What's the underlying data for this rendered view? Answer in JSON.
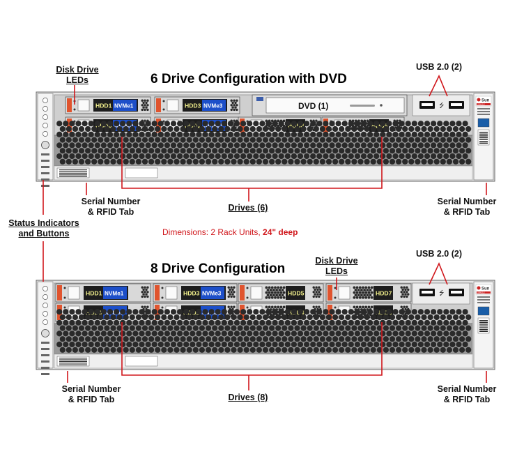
{
  "upper": {
    "title": "6 Drive Configuration with DVD",
    "disk_led_label": [
      "Disk Drive",
      "LEDs"
    ],
    "usb_label": "USB 2.0 (2)",
    "dvd_label": "DVD (1)",
    "serial_left": [
      "Serial Number",
      "& RFID Tab"
    ],
    "serial_right": [
      "Serial Number",
      "& RFID Tab"
    ],
    "drives_label": "Drives (6)",
    "slots": [
      {
        "hdd": "HDD1",
        "nvme": "NVMe1"
      },
      {
        "hdd": "HDD0",
        "nvme": "NVMe0"
      },
      {
        "hdd": "HDD3",
        "nvme": "NVMe3"
      },
      {
        "hdd": "HDD2",
        "nvme": "NVMe2"
      },
      {
        "hdd": "HDD4",
        "nvme": ""
      },
      {
        "hdd": "HDD5",
        "nvme": ""
      }
    ]
  },
  "status_label": [
    "Status Indicators",
    "and Buttons"
  ],
  "dimensions": {
    "prefix": "Dimensions:  2 Rack Units, ",
    "bold": "24\" deep"
  },
  "lower": {
    "title": "8 Drive Configuration",
    "disk_led_label": [
      "Disk Drive",
      "LEDs"
    ],
    "usb_label": "USB 2.0 (2)",
    "serial_left": [
      "Serial Number",
      "& RFID Tab"
    ],
    "serial_right": [
      "Serial Number",
      "& RFID Tab"
    ],
    "drives_label": "Drives (8)",
    "slots": [
      {
        "hdd": "HDD1",
        "nvme": "NVMe1"
      },
      {
        "hdd": "HDD0",
        "nvme": "NVMe0"
      },
      {
        "hdd": "HDD3",
        "nvme": "NVMe3"
      },
      {
        "hdd": "HDD2",
        "nvme": "NVMe2"
      },
      {
        "hdd": "HDD5",
        "nvme": ""
      },
      {
        "hdd": "HDD4",
        "nvme": ""
      },
      {
        "hdd": "HDD7",
        "nvme": ""
      },
      {
        "hdd": "HDD6",
        "nvme": ""
      }
    ]
  },
  "brand_text": "Sun",
  "brand_sub": "ORACLE",
  "colors": {
    "callout": "#d0161b",
    "chassis": "#e6e6e6",
    "grille": "#9a9a9a",
    "hdd_label_bg": "#1d1d1d",
    "hdd_label_text": "#f2f08c",
    "nvme_bg": "#1d4fc9",
    "nvme_text": "#ffffff",
    "latch": "#e0542e"
  }
}
